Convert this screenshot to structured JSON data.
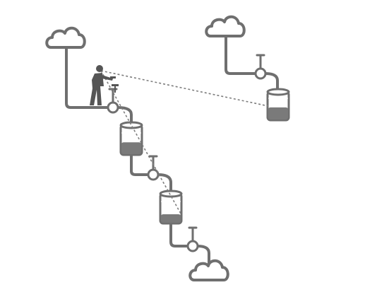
{
  "diagram": {
    "kind": "pipe-network-with-observer",
    "icons": {
      "cloud": "cloud-icon",
      "valve": "valve-icon",
      "tank": "storage-tank-icon",
      "person": "surveyor-person-icon"
    },
    "colors": {
      "stroke": "#6f6f6f",
      "liquid": "#7a7a7a",
      "person": "#555555",
      "sight_line": "#7d7d7d",
      "background": "#ffffff"
    },
    "tank_fill_levels": {
      "top_right_tank": 0.45,
      "middle_tank": 0.42,
      "lower_tank": 0.3
    },
    "sight_lines": 2,
    "clouds": 3,
    "valves": 4,
    "tanks": 3
  }
}
